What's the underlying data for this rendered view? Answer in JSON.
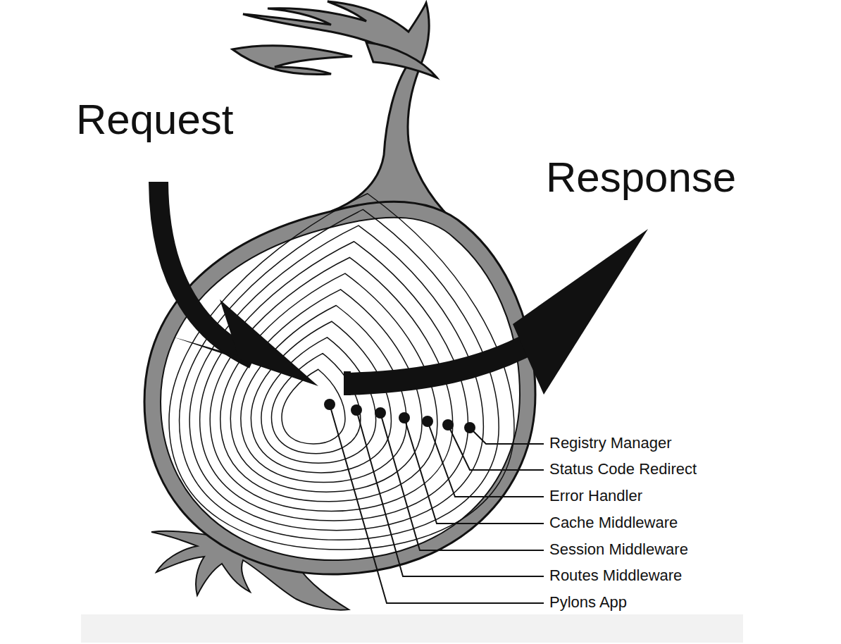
{
  "diagram": {
    "labels": [
      "Request",
      "Response",
      "Registry Manager",
      "Status Code Redirect",
      "Error Handler",
      "Cache Middleware",
      "Session Middleware",
      "Routes Middleware",
      "Pylons App"
    ]
  }
}
